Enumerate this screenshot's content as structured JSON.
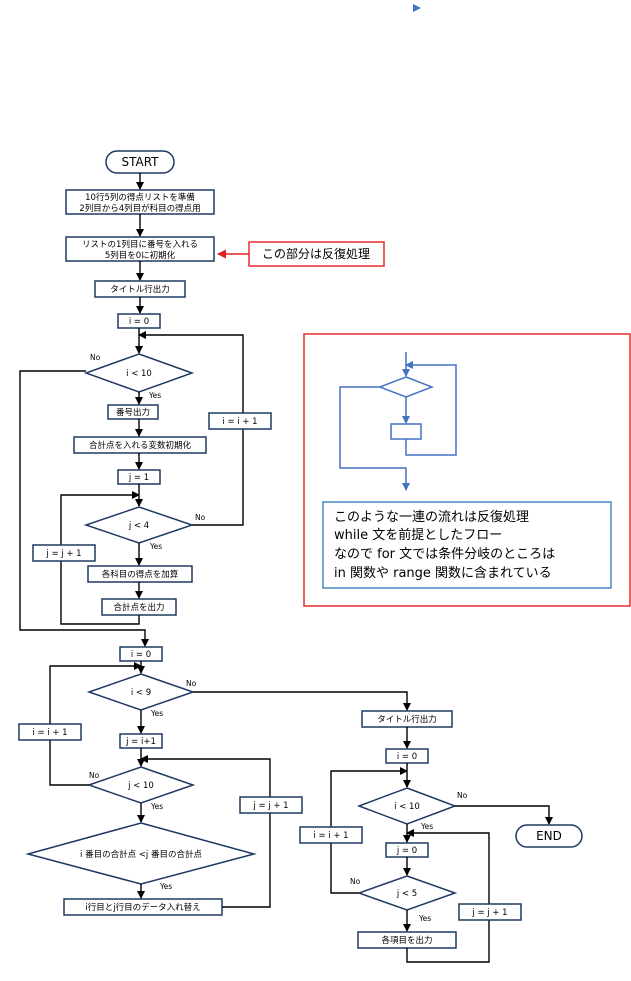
{
  "colors": {
    "box_stroke": "#1f3864",
    "arrow": "#000000",
    "red_frame": "#e02020",
    "loop_sample": "#4472c4",
    "explain_box_stroke": "#2e75b6",
    "play_icon": "#4472c4"
  },
  "top_icon": "play-triangle-icon",
  "flow1": {
    "start": "START",
    "prepare_line1": "10行5列の得点リストを準備",
    "prepare_line2": "2列目から4列目が科目の得点用",
    "list_init_line1": "リストの1列目に番号を入れる",
    "list_init_line2": "5列目を0に初期化",
    "title_out": "タイトル行出力",
    "i_init": "i = 0",
    "cond_i": "i < 10",
    "no": "No",
    "yes": "Yes",
    "num_out": "番号出力",
    "sum_init": "合計点を入れる変数初期化",
    "j_init": "j = 1",
    "cond_j": "j < 4",
    "add_scores": "各科目の得点を加算",
    "sum_out": "合計点を出力",
    "i_inc": "i = i + 1",
    "j_inc": "j = j + 1"
  },
  "callout": "この部分は反復処理",
  "explain": {
    "line1": "このような一連の流れは反復処理",
    "line2": "while 文を前提としたフロー",
    "line3": "なので for 文では条件分岐のところは",
    "line4": "in 関数や range 関数に含まれている"
  },
  "flow2": {
    "i_init": "i = 0",
    "cond_i": "i < 9",
    "j_init": "j = i+1",
    "cond_j": "j < 10",
    "compare": "i 番目の合計点 <j 番目の合計点",
    "swap": "i行目とj行目のデータ入れ替え",
    "i_inc": "i = i + 1",
    "j_inc": "j = j + 1",
    "no": "No",
    "yes": "Yes"
  },
  "flow3": {
    "title_out": "タイトル行出力",
    "i_init": "i = 0",
    "cond_i": "i < 10",
    "end": "END",
    "j_init": "j = 0",
    "cond_j": "j < 5",
    "item_out": "各項目を出力",
    "i_inc": "i = i + 1",
    "j_inc": "j = j + 1",
    "no": "No",
    "yes": "Yes"
  }
}
